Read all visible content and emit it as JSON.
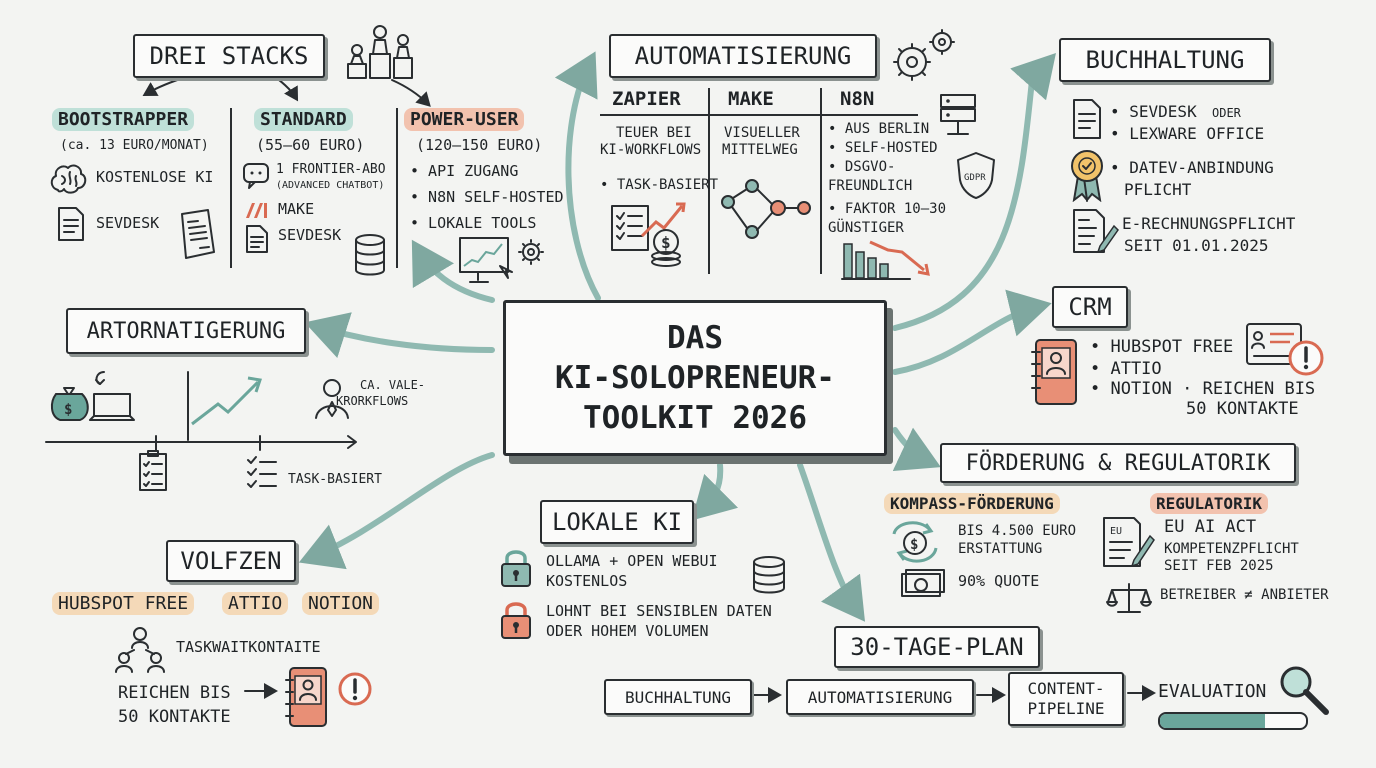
{
  "center": {
    "title_line1": "DAS",
    "title_line2": "KI-SOLOPRENEUR-",
    "title_line3": "TOOLKIT 2026"
  },
  "drei_stacks": {
    "title": "DREI STACKS",
    "bootstrapper": {
      "label": "BOOTSTRAPPER",
      "price": "(ca. 13 EURO/MONAT)",
      "items": [
        "KOSTENLOSE KI",
        "SEVDESK"
      ]
    },
    "standard": {
      "label": "STANDARD",
      "price": "(55–60 EURO)",
      "items": [
        "1 FRONTIER-ABO",
        "(ADVANCED CHATBOT)",
        "MAKE",
        "SEVDESK"
      ]
    },
    "power": {
      "label": "POWER-USER",
      "price": "(120–150 EURO)",
      "items": [
        "• API ZUGANG",
        "• N8N SELF-HOSTED",
        "• LOKALE TOOLS"
      ]
    }
  },
  "automatisierung": {
    "title": "AUTOMATISIERUNG",
    "cols": [
      {
        "head": "ZAPIER",
        "lines": [
          "TEUER BEI",
          "KI-WORKFLOWS",
          "",
          "• TASK-BASIERT"
        ]
      },
      {
        "head": "MAKE",
        "lines": [
          "VISUELLER",
          "MITTELWEG"
        ]
      },
      {
        "head": "N8N",
        "lines": [
          "• AUS BERLIN",
          "• SELF-HOSTED",
          "• DSGVO-",
          "  FREUNDLICH",
          "• FAKTOR 10–30",
          "  GÜNSTIGER"
        ]
      }
    ],
    "gdpr": "GDPR"
  },
  "buchhaltung": {
    "title": "BUCHHALTUNG",
    "item1_a": "• SEVDESK",
    "item1_or": "ODER",
    "item1_b": "• LEXWARE OFFICE",
    "item2_a": "• DATEV-ANBINDUNG",
    "item2_b": "PFLICHT",
    "item3_a": "E-RECHNUNGSPFLICHT",
    "item3_b": "SEIT 01.01.2025"
  },
  "crm": {
    "title": "CRM",
    "items": [
      "• HUBSPOT FREE",
      "• ATTIO",
      "• NOTION · REICHEN BIS",
      "50 KONTAKTE"
    ]
  },
  "foerderung": {
    "title": "FÖRDERUNG & REGULATORIK",
    "kompass": "KOMPASS-FÖRDERUNG",
    "kompass_lines": [
      "BIS 4.500 EURO",
      "ERSTATTUNG"
    ],
    "quote": "90% QUOTE",
    "regulatorik": "REGULATORIK",
    "reg_lines": [
      "EU AI ACT",
      "KOMPETENZPFLICHT",
      "SEIT FEB 2025"
    ],
    "eu_doc": "EU",
    "betreiber": "BETREIBER ≠ ANBIETER"
  },
  "artornatigerung": {
    "title": "ARTORNATIGERUNG",
    "ca_line1": "CA. VALE-",
    "ca_line2": "KRORKFLOWS",
    "task": "TASK-BASIERT"
  },
  "lokale_ki": {
    "title": "LOKALE KI",
    "line1_a": "OLLAMA + OPEN WEBUI",
    "line1_b": "KOSTENLOS",
    "line2_a": "LOHNT BEI SENSIBLEN DATEN",
    "line2_b": "ODER HOHEM VOLUMEN"
  },
  "volfzen": {
    "title": "VOLFZEN",
    "tags": [
      "HUBSPOT FREE",
      "ATTIO",
      "NOTION"
    ],
    "task": "TASKWAITKONTAITE",
    "reichen_a": "REICHEN BIS",
    "reichen_b": "50 KONTAKTE"
  },
  "plan": {
    "title": "30-TAGE-PLAN",
    "steps": [
      "BUCHHALTUNG",
      "AUTOMATISIERUNG",
      "CONTENT-",
      "PIPELINE",
      "EVALUATION"
    ]
  },
  "colors": {
    "teal": "#bfe0d8",
    "salmon": "#f2c2ae",
    "tan": "#f4d9b8",
    "arrow": "#8fb9b1",
    "ink": "#2a2e31"
  }
}
